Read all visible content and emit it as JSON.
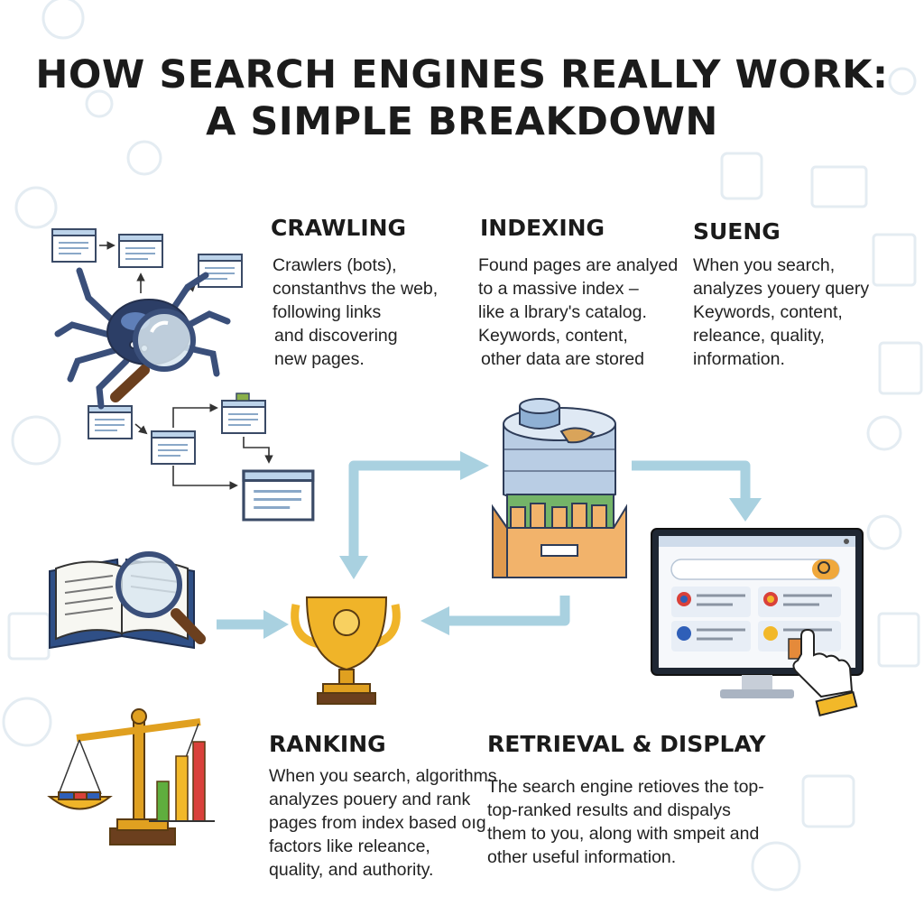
{
  "title": {
    "line1": "HOW SEARCH ENGINES REALLY WORK:",
    "line2": "A SIMPLE BREAKDOWN"
  },
  "stages": {
    "crawling": {
      "heading": "CRAWLING",
      "lines": [
        "Crawlers (bots),",
        "constanthvs the web,",
        "following links",
        "and discovering",
        "new pages."
      ]
    },
    "indexing": {
      "heading": "INDEXING",
      "lines": [
        "Found pages are analyed",
        "to a massive index –",
        "like a lbrary's catalog.",
        "Keywords, content,",
        "other data are stored"
      ]
    },
    "serving": {
      "heading": "SUENG",
      "lines": [
        "When you search,",
        "analyzes youery query",
        "Keywords, content,",
        "releance, quality,",
        "information."
      ]
    },
    "ranking": {
      "heading": "RANKING",
      "lines": [
        "When you search, algorithms",
        "analyzes pouery and rank",
        "pages from index based oıg",
        "factors like releance,",
        "quality, and authority."
      ]
    },
    "retrieval": {
      "heading": "RETRIEVAL & DISPLAY",
      "lines": [
        "The search engine retioves the top-",
        "top-ranked results and dispalys",
        "them to you, along with smpeit and",
        "other useful information."
      ]
    }
  },
  "icons": {
    "crawler": "spider-with-magnifier-icon",
    "web_pages": "linked-web-pages-icon",
    "index": "database-card-catalog-icon",
    "results": "computer-monitor-search-results-icon",
    "cursor": "pointing-hand-cursor-icon",
    "book": "book-with-magnifier-icon",
    "trophy": "trophy-icon",
    "scales": "balance-scale-icon",
    "bars": "bar-chart-icon",
    "arrows": "flow-arrow-icon"
  },
  "colors": {
    "arrow": "#a9d1e0",
    "trophy": "#f0b429",
    "drawer": "#f2b36b",
    "bar_red": "#d9413a",
    "bar_yellow": "#f2b829",
    "bar_green": "#5fae3e",
    "spider": "#3a4f7a",
    "search_bar": "#f0a83c"
  }
}
